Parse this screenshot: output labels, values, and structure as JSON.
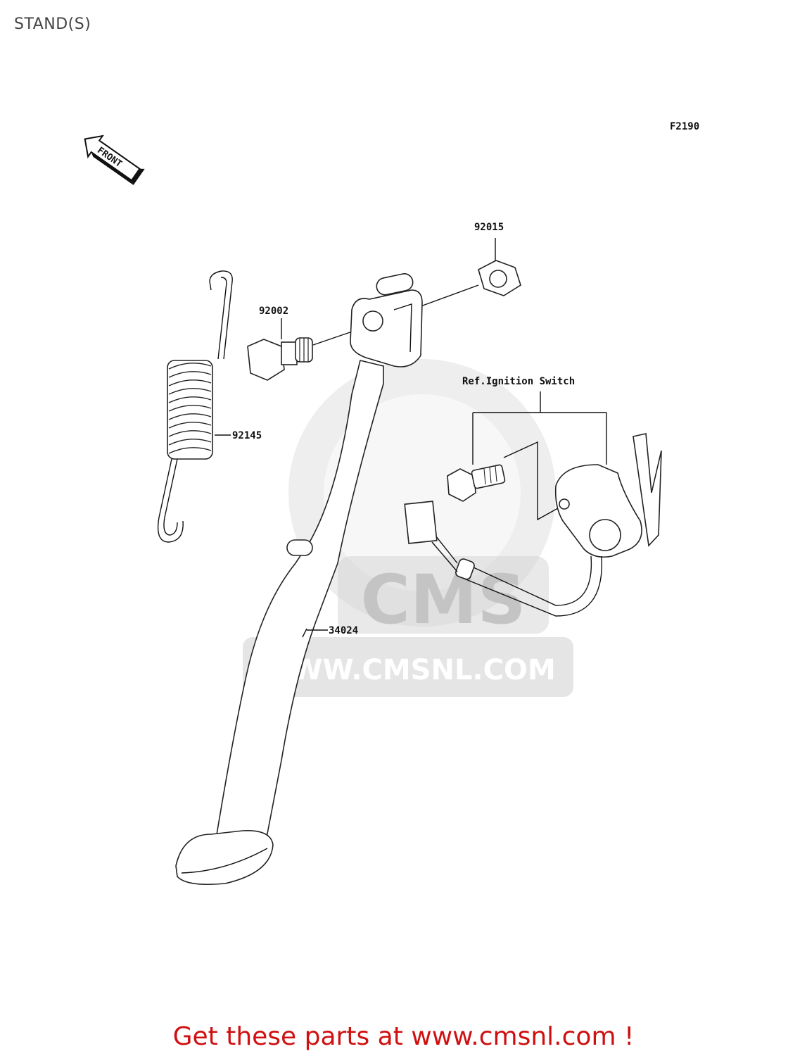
{
  "page": {
    "title": "STAND(S)"
  },
  "diagram": {
    "figure_code": "F2190",
    "front_arrow_label": "FRONT",
    "ref_label": "Ref.Ignition Switch",
    "callouts": [
      {
        "id": "92015"
      },
      {
        "id": "92002"
      },
      {
        "id": "92145"
      },
      {
        "id": "34024"
      }
    ]
  },
  "watermark": {
    "brand": "CMS",
    "url": "WWW.CMSNL.COM"
  },
  "footer": {
    "cta_text": "Get these parts at www.cmsnl.com !"
  },
  "colors": {
    "cta": "#d01010",
    "watermark": "#cfcfcf",
    "line": "#111111"
  }
}
